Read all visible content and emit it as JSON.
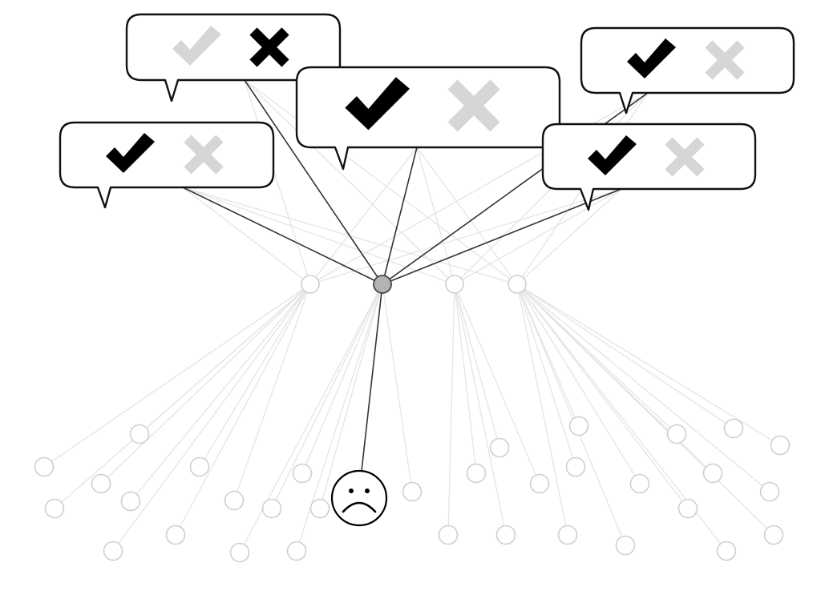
{
  "colors": {
    "background": "#ffffff",
    "ink": "#000000",
    "faded": "#d6d6d6",
    "faded_line": "#e4e4e4",
    "active_line": "#333333",
    "hub_fill": "#b3b3b3",
    "hub_stroke": "#444444",
    "leaf_stroke": "#cfcfcf",
    "bubble_stroke": "#111111"
  },
  "diagram": {
    "icons": [
      "checkmark-icon",
      "cross-icon",
      "sad-face-icon"
    ],
    "bubbles": [
      {
        "name": "bubble-top-left",
        "check": "faded",
        "cross": "dark"
      },
      {
        "name": "bubble-center",
        "check": "dark",
        "cross": "faded"
      },
      {
        "name": "bubble-top-right",
        "check": "dark",
        "cross": "faded"
      },
      {
        "name": "bubble-left",
        "check": "dark",
        "cross": "faded"
      },
      {
        "name": "bubble-right",
        "check": "dark",
        "cross": "faded"
      }
    ],
    "hubs": [
      {
        "name": "hub-node-1",
        "active": false
      },
      {
        "name": "hub-node-2",
        "active": true
      },
      {
        "name": "hub-node-3",
        "active": false
      },
      {
        "name": "hub-node-4",
        "active": false
      }
    ],
    "highlighted_user": {
      "name": "sad-user",
      "mood": "sad",
      "connected_hub": 2
    }
  }
}
